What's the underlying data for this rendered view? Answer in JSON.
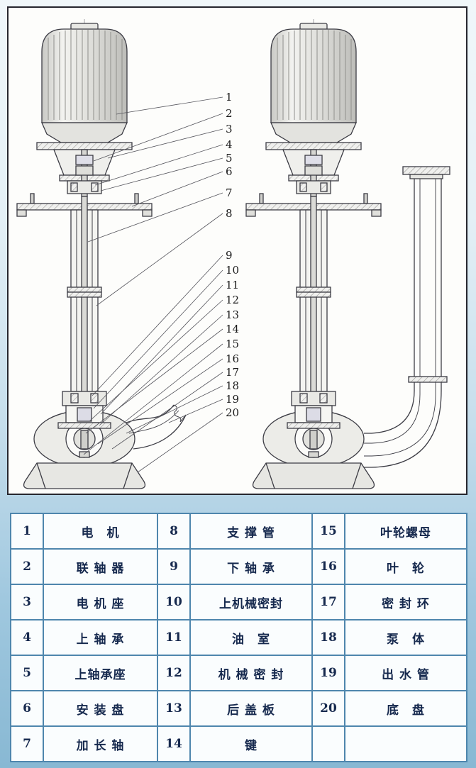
{
  "diagram": {
    "description": "vertical-pump-sectional-drawing",
    "callouts": [
      "1",
      "2",
      "3",
      "4",
      "5",
      "6",
      "7",
      "8",
      "9",
      "10",
      "11",
      "12",
      "13",
      "14",
      "15",
      "16",
      "17",
      "18",
      "19",
      "20"
    ]
  },
  "table": {
    "rows": [
      [
        "1",
        "电　机",
        "8",
        "支 撑 管",
        "15",
        "叶轮螺母"
      ],
      [
        "2",
        "联 轴 器",
        "9",
        "下 轴 承",
        "16",
        "叶　轮"
      ],
      [
        "3",
        "电 机 座",
        "10",
        "上机械密封",
        "17",
        "密 封 环"
      ],
      [
        "4",
        "上 轴 承",
        "11",
        "油　室",
        "18",
        "泵　体"
      ],
      [
        "5",
        "上轴承座",
        "12",
        "机 械 密 封",
        "19",
        "出 水 管"
      ],
      [
        "6",
        "安 装 盘",
        "13",
        "后 盖 板",
        "20",
        "底　盘"
      ],
      [
        "7",
        "加 长 轴",
        "14",
        "键",
        "",
        ""
      ]
    ]
  },
  "colors": {
    "table_border": "#4e86ad",
    "drawing_line": "#3c3c44",
    "page_bg_top": "#f0f7fa",
    "page_bg_bottom": "#88b8d3"
  }
}
